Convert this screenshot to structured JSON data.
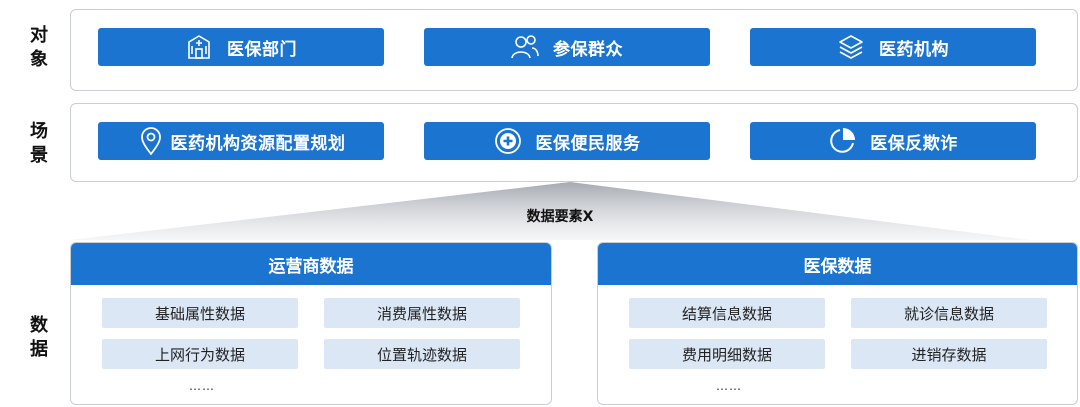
{
  "sections": {
    "object_label": [
      "对",
      "象"
    ],
    "scene_label": [
      "场",
      "景"
    ],
    "data_label": [
      "数",
      "据"
    ]
  },
  "objects": [
    {
      "label": "医保部门",
      "icon": "hospital-icon"
    },
    {
      "label": "参保群众",
      "icon": "people-icon"
    },
    {
      "label": "医药机构",
      "icon": "layers-icon"
    }
  ],
  "scenes": [
    {
      "label": "医药机构资源配置规划",
      "icon": "location-pin-icon"
    },
    {
      "label": "医保便民服务",
      "icon": "medical-plus-icon"
    },
    {
      "label": "医保反欺诈",
      "icon": "pie-chart-icon"
    }
  ],
  "funnel_label": "数据要素X",
  "data_sources": [
    {
      "title": "运营商数据",
      "items": [
        "基础属性数据",
        "消费属性数据",
        "上网行为数据",
        "位置轨迹数据"
      ],
      "more": "……"
    },
    {
      "title": "医保数据",
      "items": [
        "结算信息数据",
        "就诊信息数据",
        "费用明细数据",
        "进销存数据"
      ],
      "more": "……"
    }
  ],
  "colors": {
    "primary": "#1a74d0",
    "chip": "#dbe7f5",
    "border": "#c9ced6"
  }
}
